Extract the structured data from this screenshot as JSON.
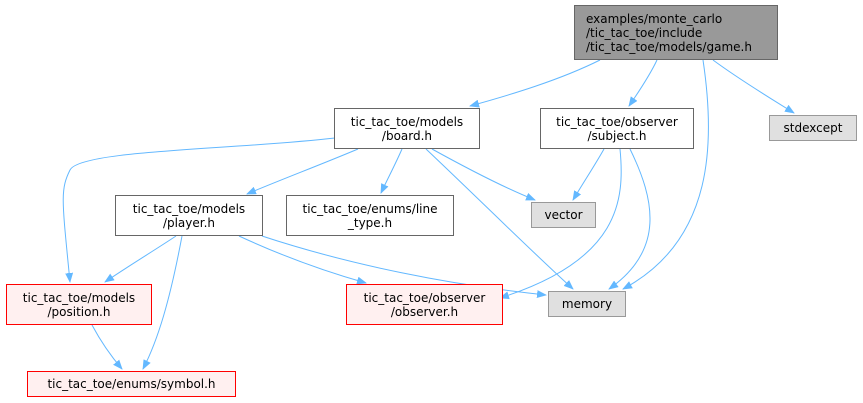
{
  "nodes": [
    {
      "id": "game",
      "kind": "root",
      "lines": [
        "examples/monte_carlo",
        "/tic_tac_toe/include",
        "/tic_tac_toe/models/game.h"
      ]
    },
    {
      "id": "board",
      "kind": "local",
      "lines": [
        "tic_tac_toe/models",
        "/board.h"
      ]
    },
    {
      "id": "subject",
      "kind": "local",
      "lines": [
        "tic_tac_toe/observer",
        "/subject.h"
      ]
    },
    {
      "id": "stdexcept",
      "kind": "sys",
      "lines": [
        "stdexcept"
      ]
    },
    {
      "id": "player",
      "kind": "local",
      "lines": [
        "tic_tac_toe/models",
        "/player.h"
      ]
    },
    {
      "id": "line_type",
      "kind": "local",
      "lines": [
        "tic_tac_toe/enums/line",
        "_type.h"
      ]
    },
    {
      "id": "vector",
      "kind": "sys",
      "lines": [
        "vector"
      ]
    },
    {
      "id": "position",
      "kind": "miss",
      "lines": [
        "tic_tac_toe/models",
        "/position.h"
      ]
    },
    {
      "id": "observer",
      "kind": "miss",
      "lines": [
        "tic_tac_toe/observer",
        "/observer.h"
      ]
    },
    {
      "id": "memory",
      "kind": "sys",
      "lines": [
        "memory"
      ]
    },
    {
      "id": "symbol",
      "kind": "miss",
      "lines": [
        "tic_tac_toe/enums/symbol.h"
      ]
    }
  ],
  "edges": [
    {
      "from": "game",
      "to": "board"
    },
    {
      "from": "game",
      "to": "subject"
    },
    {
      "from": "game",
      "to": "stdexcept"
    },
    {
      "from": "game",
      "to": "memory"
    },
    {
      "from": "board",
      "to": "position"
    },
    {
      "from": "board",
      "to": "player"
    },
    {
      "from": "board",
      "to": "line_type"
    },
    {
      "from": "board",
      "to": "vector"
    },
    {
      "from": "board",
      "to": "memory"
    },
    {
      "from": "subject",
      "to": "vector"
    },
    {
      "from": "subject",
      "to": "observer"
    },
    {
      "from": "subject",
      "to": "memory"
    },
    {
      "from": "player",
      "to": "position"
    },
    {
      "from": "player",
      "to": "symbol"
    },
    {
      "from": "player",
      "to": "observer"
    },
    {
      "from": "player",
      "to": "memory"
    },
    {
      "from": "position",
      "to": "symbol"
    }
  ],
  "colors": {
    "edge": "#63b8ff",
    "root_fill": "#999999",
    "root_border": "#666666",
    "local_fill": "#ffffff",
    "local_border": "#666666",
    "system_fill": "#e0e0e0",
    "system_border": "#999999",
    "missing_fill": "#fff0f0",
    "missing_border": "#ff0000"
  }
}
